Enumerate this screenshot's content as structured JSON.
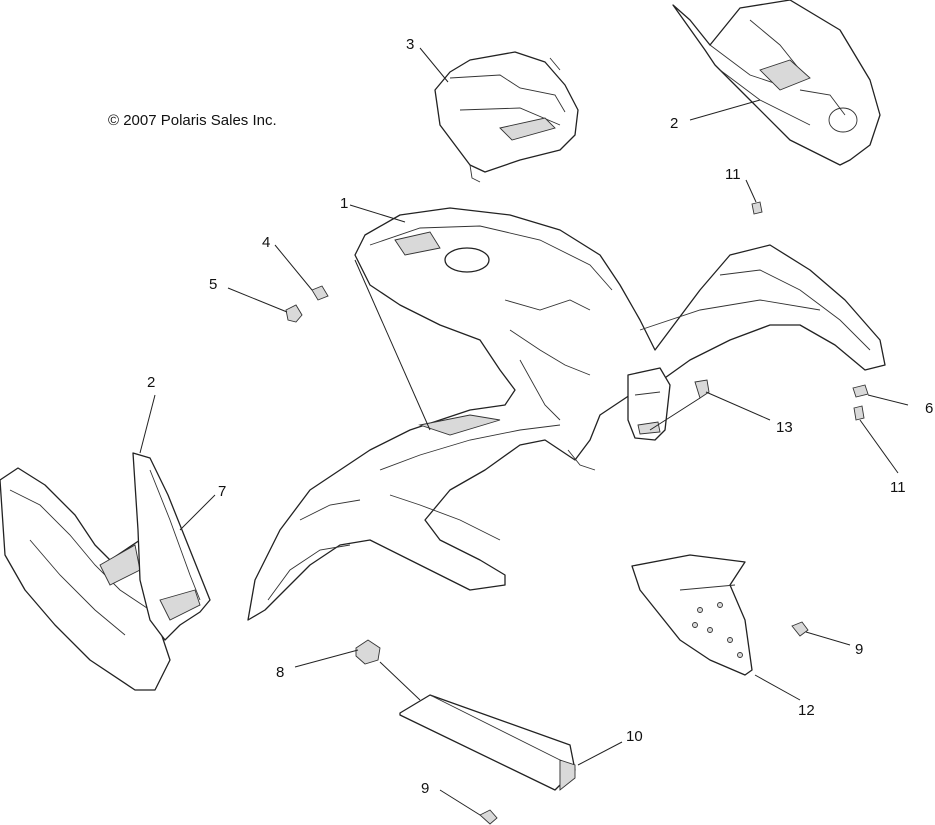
{
  "copyright": "© 2007 Polaris Sales Inc.",
  "callouts": {
    "c1": "1",
    "c2a": "2",
    "c2b": "2",
    "c3": "3",
    "c4": "4",
    "c5": "5",
    "c6": "6",
    "c7": "7",
    "c8": "8",
    "c9a": "9",
    "c9b": "9",
    "c10": "10",
    "c11a": "11",
    "c11b": "11",
    "c12": "12",
    "c13": "13"
  }
}
